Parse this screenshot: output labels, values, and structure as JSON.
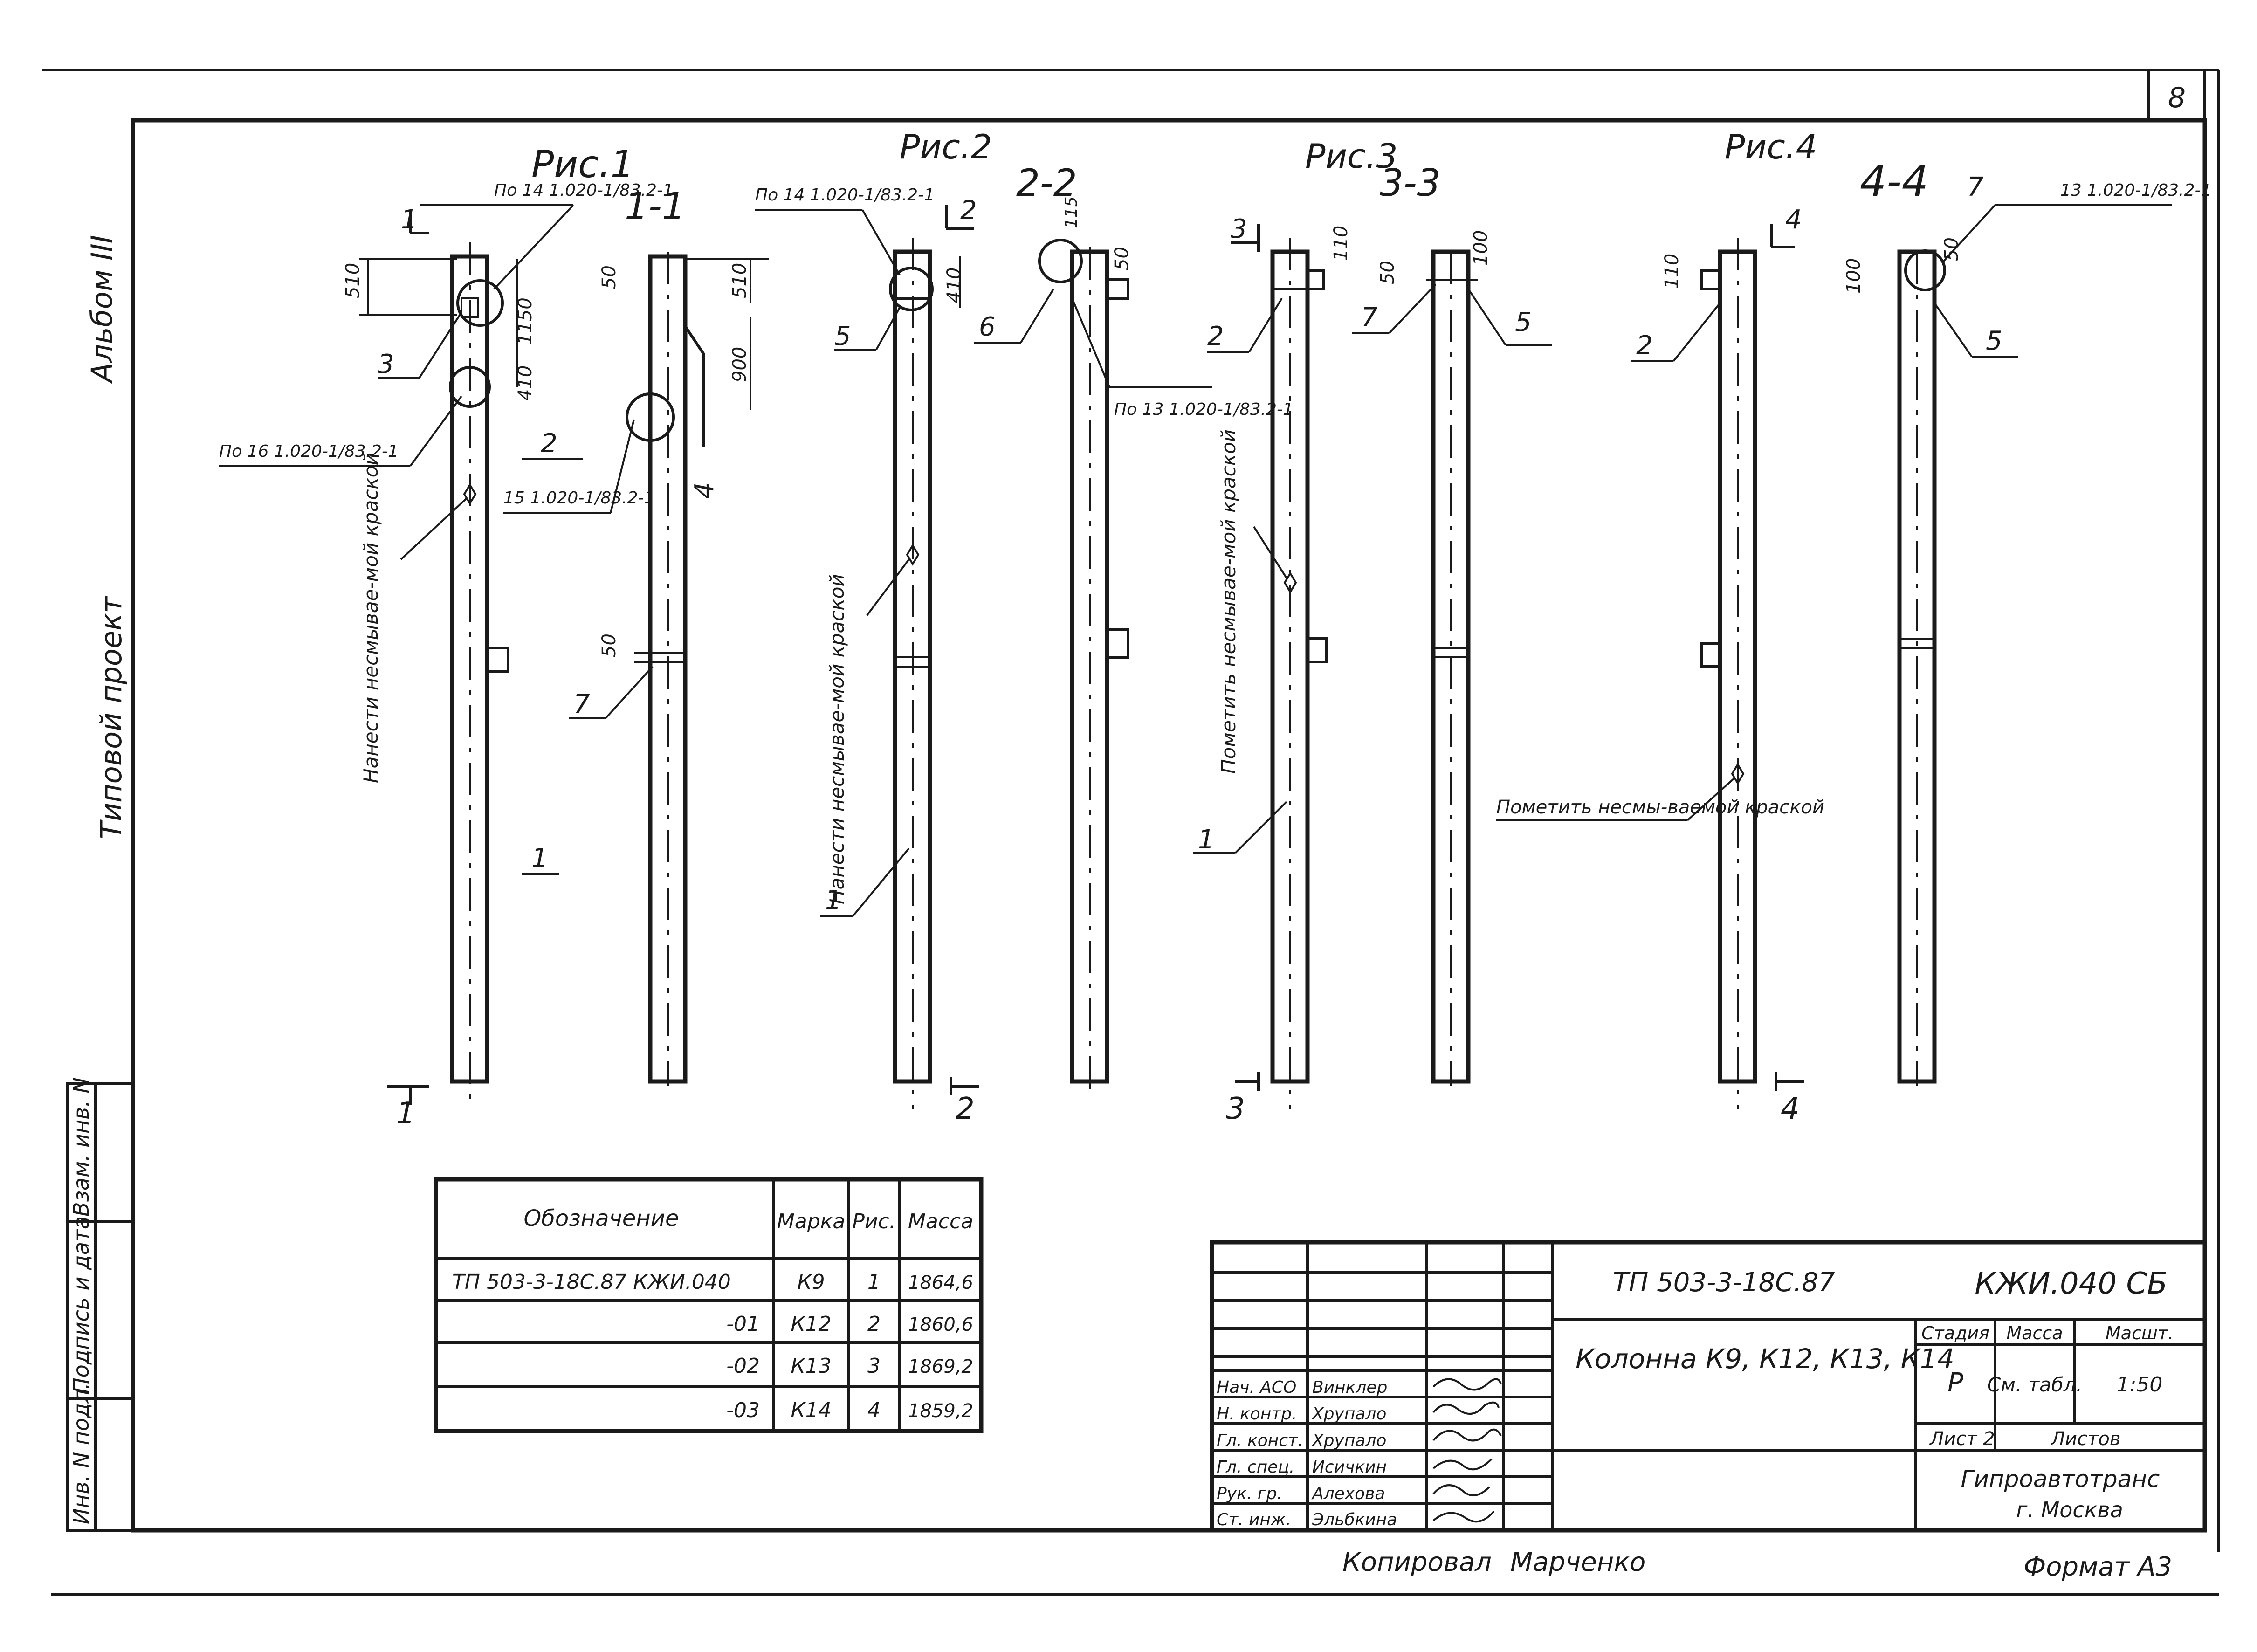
{
  "sheet_number": "8",
  "side_labels": {
    "album": "Альбом III",
    "project": "Типовой проект",
    "inv_no": "Инв. N подл.",
    "sign_date": "Подпись и дата",
    "replace_inv": "Взам. инв. N"
  },
  "figures": [
    {
      "title": "Рис.1",
      "section": "1-1",
      "section_mark": "1",
      "notes": [
        "По 14 1.020-1/83.2-1",
        "По 16 1.020-1/83.2-1",
        "15 1.020-1/83.2-1"
      ],
      "paint_note": "Нанести несмывае-мой краской",
      "dims": [
        "510",
        "1150",
        "410",
        "50",
        "510",
        "900",
        "50"
      ],
      "callouts": [
        "3",
        "2",
        "1",
        "4",
        "7"
      ]
    },
    {
      "title": "Рис.2",
      "section": "2-2",
      "section_mark": "2",
      "notes": [
        "По 14 1.020-1/83.2-1",
        "По 13 1.020-1/83.2-1"
      ],
      "paint_note": "Нанести несмывае-мой краской",
      "dims": [
        "410",
        "115",
        "50"
      ],
      "callouts": [
        "5",
        "6",
        "1"
      ]
    },
    {
      "title": "Рис.3",
      "section": "3-3",
      "section_mark": "3",
      "notes": [],
      "paint_note": "Пометить несмывае-мой краской",
      "dims": [
        "110",
        "50",
        "100"
      ],
      "callouts": [
        "2",
        "7",
        "5",
        "1"
      ]
    },
    {
      "title": "Рис.4",
      "section": "4-4",
      "section_mark": "4",
      "notes": [
        "13 1.020-1/83.2-1"
      ],
      "paint_note": "Пометить несмы-ваемой краской",
      "dims": [
        "110",
        "100",
        "50"
      ],
      "callouts": [
        "2",
        "7",
        "5"
      ]
    }
  ],
  "spec_table": {
    "headers": [
      "Обозначение",
      "Марка",
      "Рис.",
      "Масса"
    ],
    "rows": [
      [
        "ТП 503-3-18С.87  КЖИ.040",
        "К9",
        "1",
        "1864,6"
      ],
      [
        "-01",
        "К12",
        "2",
        "1860,6"
      ],
      [
        "-02",
        "К13",
        "3",
        "1869,2"
      ],
      [
        "-03",
        "К14",
        "4",
        "1859,2"
      ]
    ]
  },
  "title_block": {
    "project_code": "ТП 503-3-18С.87",
    "doc_code": "КЖИ.040 СБ",
    "item_name": "Колонна К9, К12, К13, К14",
    "stage_label": "Стадия",
    "mass_label": "Масса",
    "scale_label": "Масшт.",
    "stage": "Р",
    "mass": "См. табл.",
    "scale": "1:50",
    "sheet_label": "Лист 2",
    "sheets_label": "Листов",
    "organization": "Гипроавтотранс",
    "city": "г. Москва",
    "staff": [
      {
        "role": "Нач. АСО",
        "name": "Винклер"
      },
      {
        "role": "Н. контр.",
        "name": "Хрупало"
      },
      {
        "role": "Гл. конст.",
        "name": "Хрупало"
      },
      {
        "role": "Гл. спец.",
        "name": "Исичкин"
      },
      {
        "role": "Рук. гр.",
        "name": "Алехова"
      },
      {
        "role": "Ст. инж.",
        "name": "Эльбкина"
      }
    ]
  },
  "footer": {
    "copied_label": "Копировал",
    "copied_by": "Марченко",
    "format_label": "Формат А3"
  }
}
